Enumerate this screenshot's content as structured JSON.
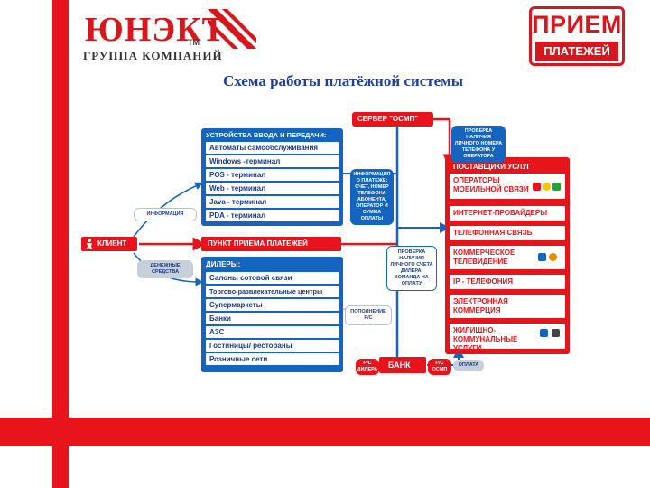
{
  "logos": {
    "left_brand": "ЮНЭКТ",
    "left_tm": "TM",
    "left_subtitle": "ГРУППА КОМПАНИЙ",
    "right_line1": "ПРИЕМ",
    "right_line2": "ПЛАТЕЖЕЙ"
  },
  "title": "Схема работы платёжной системы",
  "diagram": {
    "input_devices": {
      "title": "УСТРОЙСТВА ВВОДА И ПЕРЕДАЧИ:",
      "items": [
        "Автоматы самообслуживания",
        "Windows -терминал",
        "POS - терминал",
        "Web - терминал",
        "Java - терминал",
        "PDA - терминал"
      ]
    },
    "server": "СЕРВЕР \"ОСМП\"",
    "client": "КЛИЕНТ",
    "payment_point": "ПУНКТ ПРИЕМА ПЛАТЕЖЕЙ",
    "dealers": {
      "title": "ДИЛЕРЫ:",
      "items": [
        "Салоны сотовой связи",
        "Торгово-развлекательные центры",
        "Супермаркеты",
        "Банки",
        "АЗС",
        "Гостиницы/ рестораны",
        "Розничные сети"
      ]
    },
    "providers": {
      "title": "ПОСТАВЩИКИ УСЛУГ",
      "items": [
        "ОПЕРАТОРЫ МОБИЛЬНОЙ СВЯЗИ",
        "ИНТЕРНЕТ-ПРОВАЙДЕРЫ",
        "ТЕЛЕФОННАЯ СВЯЗЬ",
        "КОММЕРЧЕСКОЕ ТЕЛЕВИДЕНИЕ",
        "IP - ТЕЛЕФОНИЯ",
        "ЭЛЕКТРОННАЯ КОММЕРЦИЯ",
        "ЖИЛИЩНО-КОММУНАЛЬНЫЕ УСЛУГИ"
      ]
    },
    "bank": "БАНК",
    "notes": {
      "info": "ИНФОРМАЦИЯ",
      "money": "ДЕНЕЖНЫЕ СРЕДСТВА",
      "server_info": "ИНФОРМАЦИЯ О ПЛАТЕЖЕ: СЧЕТ, НОМЕР ТЕЛЕФОНА АБОНЕНТА, ОПЕРАТОР И СУММА ОПЛАТЫ",
      "check_provider": "ПРОВЕРКА НАЛИЧИЯ ЛИЧНОГО НОМЕРА ТЕЛЕФОНА У ОПЕРАТОРА",
      "check_dealer": "ПРОВЕРКА НАЛИЧИЯ ЛИЧНОГО СЧЕТА ДИЛЕРА, КОМАНДА НА ОПЛАТУ",
      "replenish": "ПОПОЛНЕНИЕ Р/С",
      "payment": "ОПЛАТА",
      "bank_left": "Р/С ДИЛЕРА",
      "bank_right": "Р/С ОСМП"
    }
  },
  "colors": {
    "red": "#e8141b",
    "blue": "#1565c0",
    "dark_blue": "#1a3b86",
    "grey": "#b8c2cc"
  }
}
